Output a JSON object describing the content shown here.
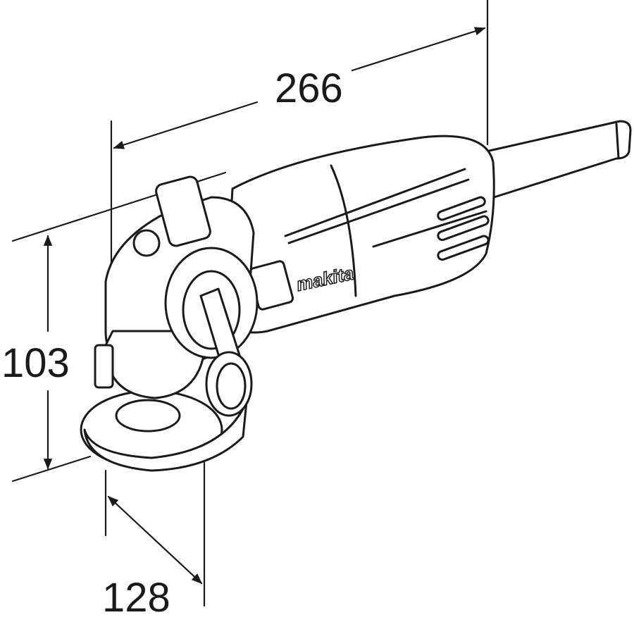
{
  "dimensions": {
    "length": "266",
    "height": "103",
    "width": "128"
  },
  "product": {
    "brand_logo": "makita"
  },
  "colors": {
    "line": "#1a1a1a",
    "background": "#ffffff"
  }
}
